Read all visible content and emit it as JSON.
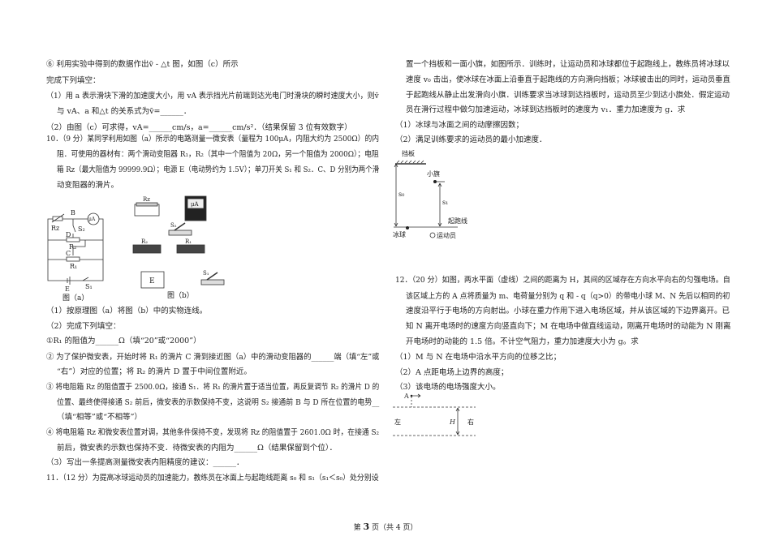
{
  "left_lines": [
    "⑥ 利用实验中得到的数据作出v̄ - △t 图，如图（c）所示",
    "完成下列填空：",
    "（1）用 a 表示滑块下滑的加速度大小，用 vA 表示挡光片前端到达光电门时滑块的瞬时速度大小，则v̄",
    "与 vA、a 和△t 的关系式为v̄=______．",
    "（2）由图（c）可求得，vA=______cm/s，a=______cm/s²．（结果保留 3 位有效数字）",
    "10．（9 分）某同学利用如图（a）所示的电路测量一微安表（量程为 100μA，内阻大约为 2500Ω）的内",
    "阻．可使用的器材有：两个滑动变阻器 R₁，R₂（其中一个阻值为 20Ω，另一个阻值为 2000Ω）；电阻",
    "箱 Rz（最大阻值为 99999.9Ω）；电源 E（电动势约为 1.5V）；单刀开关 S₁ 和 S₂．C、D 分别为两个滑",
    "动变阻器的滑片。",
    "（1）按原理图（a）将图（b）中的实物连线。",
    "（2）完成下列填空：",
    "①R₁ 的阻值为______Ω（填“20”或“2000”）",
    "② 为了保护微安表，开始时将 R₁ 的滑片 C 滑到接近图（a）中的滑动变阻器的______端（填“左”或",
    "“右”）对应的位置；将 R₂ 的滑片 D 置于中间位置附近。",
    "③ 将电阻箱 Rz 的阻值置于 2500.0Ω，接通 S₁．将 R₁ 的滑片置于适当位置，再反复调节 R₂ 的滑片 D 的",
    "位置、最终使得接通 S₂ 前后，微安表的示数保持不变，这说明 S₂ 接通前 B 与 D 所在位置的电势__",
    "（填“相等”或“不相等”）",
    "④ 将电阻箱 Rz 和微安表位置对调，其他条件保持不变，发现将 Rz 的阻值置于 2601.0Ω 时，在接通 S₂",
    "前后，微安表的示数也保持不变．待微安表的内阻为______Ω（结果保留到个位）．",
    "（3）写出一条提高测量微安表内阻精度的建议：______．",
    "11．（12 分）为提高冰球运动员的加速能力，教练员在冰面上与起跑线距离 s₀ 和 s₁（s₁＜s₀）处分别设"
  ],
  "right_lines": [
    "置一个挡板和一面小旗，如图所示．训练时，让运动员和冰球都位于起跑线上，教练员将冰球以",
    "速度 v₀ 击出，使冰球在冰面上沿垂直于起跑线的方向滑向挡板；冰球被击出的同时，运动员垂直",
    "于起跑线从静止出发滑向小旗．训练要求当冰球到达挡板时，运动员至少到达小旗处．假定运动",
    "员在滑行过程中做匀加速运动，冰球到达挡板时的速度为 v₁．重力加速度为 g．求",
    "（1）冰球与冰面之间的动摩擦因数；",
    "（2）满足训练要求的运动员的最小加速度．",
    "12．（20 分）如图，两水平面（虚线）之间的距离为 H，其间的区域存在方向水平向右的匀强电场。自",
    "该区域上方的 A 点将质量为 m、电荷量分别为 q 和 - q（q>0）的带电小球 M、N 先后以相同的初",
    "速度沿平行于电场的方向射出。小球在重力作用下进入电场区域，并从该区域的下边界离开。已",
    "知 N 离开电场时的速度方向竖直向下；M 在电场中做直线运动，刚离开电场时的动能为 N 刚离",
    "开电场时的动能的 1.5 倍。不计空气阻力，重力加速度大小为 g。求",
    "（1）M 与 N 在电场中沿水平方向的位移之比；",
    "（2）A 点距电场上边界的高度；",
    "（3）该电场的电场强度大小。"
  ],
  "fig_a": {
    "rz": "Rz",
    "b": "B",
    "ua": "μA",
    "s2": "S₂",
    "d": "D",
    "r2": "R₂",
    "c": "C",
    "r1": "R₁",
    "e": "E",
    "s1": "S₁",
    "caption": "图（a）"
  },
  "fig_b": {
    "rz": "Rz",
    "ua": "μA",
    "s2": "S₂",
    "r2": "R₂",
    "r1": "R₁",
    "e": "E",
    "s1": "S₁",
    "caption": "图（b）"
  },
  "fig_ice": {
    "board": "挡板",
    "flag": "小旗",
    "s0": "s₀",
    "s1": "s₁",
    "start": "起跑线",
    "puck": "冰球",
    "athlete": "运动员"
  },
  "fig_field": {
    "a": "A",
    "left": "左",
    "h": "H",
    "right": "右"
  },
  "footer": {
    "prefix": "第 ",
    "page": "3",
    "suffix": " 页（共 4 页）"
  }
}
